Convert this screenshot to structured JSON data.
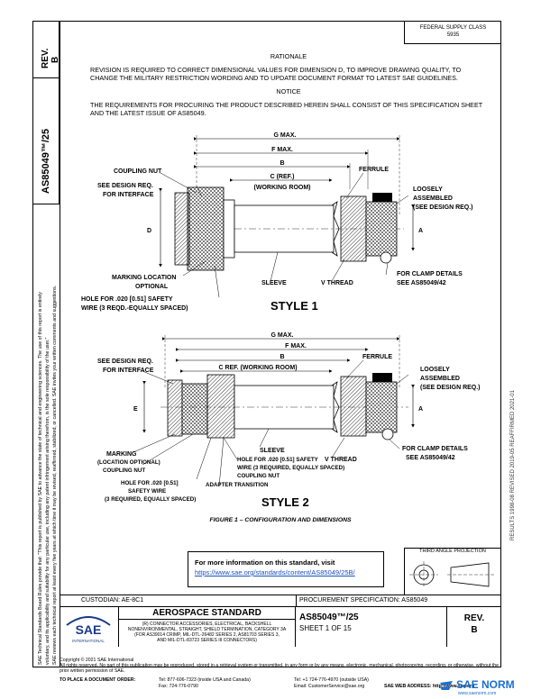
{
  "side": {
    "rev_label": "REV.",
    "rev_value": "B",
    "doc_number": "AS85049™/25",
    "legal_1": "SAE Technical Standards Board Rules provide that: \"This report is published by SAE to advance the state of technical and engineering sciences. The use of this report is entirely",
    "legal_2": "voluntary, and its applicability and suitability for any particular use, including any patent infringement arising therefrom, is the sole responsibility of the user.\"",
    "legal_3": "SAE reviews each technical report at least every five years at which time it may be revised, reaffirmed, stabilized, or cancelled. SAE invites your written comments and suggestions.",
    "right_stamp": "RESULTS 1998-08  REVISED 2019-05  REAFFIRMED 2021-01"
  },
  "fed_class": {
    "line1": "FEDERAL SUPPLY CLASS",
    "line2": "5935"
  },
  "rationale": {
    "heading": "RATIONALE",
    "body": "REVISION IS REQUIRED TO CORRECT DIMENSIONAL VALUES FOR DIMENSION D, TO IMPROVE DRAWING QUALITY, TO CHANGE THE MILITARY RESTRICTION WORDING AND TO UPDATE DOCUMENT FORMAT TO LATEST SAE GUIDELINES.",
    "notice_heading": "NOTICE",
    "notice_body": "THE REQUIREMENTS FOR PROCURING THE PRODUCT DESCRIBED HEREIN SHALL CONSIST OF THIS SPECIFICATION SHEET AND THE LATEST ISSUE OF AS85049."
  },
  "style1": {
    "g_max": "G MAX.",
    "f_max": "F MAX.",
    "b": "B",
    "c_ref": "C (REF.)",
    "working_room": "(WORKING ROOM)",
    "coupling_nut": "COUPLING NUT",
    "see_design_1": "SEE DESIGN REQ.",
    "for_interface": "FOR INTERFACE",
    "ferrule": "FERRULE",
    "loosely_1": "LOOSELY",
    "loosely_2": "ASSEMBLED",
    "loosely_3": "(SEE DESIGN REQ.)",
    "d": "D",
    "a": "A",
    "marking_1": "MARKING LOCATION",
    "marking_2": "OPTIONAL",
    "sleeve": "SLEEVE",
    "v_thread": "V THREAD",
    "clamp_1": "FOR CLAMP DETAILS",
    "clamp_2": "SEE AS85049/42",
    "hole_1": "HOLE FOR .020 [0.51] SAFETY",
    "hole_2": "WIRE (3 REQD.-EQUALLY SPACED)",
    "title": "STYLE 1"
  },
  "style2": {
    "g_max": "G MAX.",
    "f_max": "F MAX.",
    "b": "B",
    "c_ref": "C REF. (WORKING ROOM)",
    "see_design_1": "SEE DESIGN REQ.",
    "for_interface": "FOR INTERFACE",
    "ferrule": "FERRULE",
    "loosely_1": "LOOSELY",
    "loosely_2": "ASSEMBLED",
    "loosely_3": "(SEE DESIGN REQ.)",
    "e": "E",
    "a": "A",
    "sleeve": "SLEEVE",
    "marking_1": "MARKING",
    "marking_2": "(LOCATION OPTIONAL)",
    "coupling_nut_1": "COUPLING NUT",
    "hole_right_1": "HOLE FOR .020 [0.51] SAFETY",
    "hole_right_2": "WIRE (3 REQUIRED, EQUALLY SPACED)",
    "coupling_nut_2": "COUPLING NUT",
    "v_thread": "V THREAD",
    "clamp_1": "FOR CLAMP DETAILS",
    "clamp_2": "SEE AS85049/42",
    "hole_left_1": "HOLE FOR .020 [0.51]",
    "hole_left_2": "SAFETY WIRE",
    "hole_left_3": "(3 REQUIRED, EQUALLY SPACED)",
    "adapter": "ADAPTER TRANSITION",
    "title": "STYLE 2"
  },
  "figure_caption": "FIGURE 1 – CONFIGURATION AND DIMENSIONS",
  "more_info": {
    "heading": "For more information on this standard, visit",
    "link": "https://www.sae.org/standards/content/AS85049/25B/"
  },
  "projection": "THIRD ANGLE PROJECTION",
  "custodian": "CUSTODIAN: AE-8C1",
  "procurement": "PROCUREMENT SPECIFICATION: AS85049",
  "title_block": {
    "heading": "AEROSPACE STANDARD",
    "desc_1": "(R) CONNECTOR ACCESSORIES, ELECTRICAL, BACKSHELL",
    "desc_2": "NONENVIRONMENTAL, STRAIGHT, SHIELD TERMINATION, CATEGORY 3A",
    "desc_3": "(FOR AS39014 CRIMP, MIL-DTL-26482 SERIES 2, AS81703 SERIES 3,",
    "desc_4": "AND MIL-DTL-83723 SERIES III CONNECTORS)",
    "doc_number": "AS85049™/25",
    "sheet": "SHEET 1 OF 15",
    "rev_label": "REV.",
    "rev_value": "B",
    "logo_text": "SAE",
    "logo_sub": "INTERNATIONAL"
  },
  "footer": {
    "copyright": "Copyright © 2021 SAE International",
    "rights": "All rights reserved. No part of this publication may be reproduced, stored in a retrieval system or transmitted, in any form or by any means, electronic, mechanical, photocopying, recording, or otherwise, without the prior written permission of SAE.",
    "to_place": "TO PLACE A DOCUMENT ORDER:",
    "tel_1": "Tel:   877-606-7323 (inside USA and Canada)",
    "fax": "Fax: 724-776-0790",
    "tel_2": "Tel: +1 724-776-4970 (outside USA)",
    "email": "Email: CustomerService@sae.org",
    "web": "SAE WEB ADDRESS:  http://www.sae.org"
  },
  "watermark": {
    "brand": "SAE NORM",
    "sub": "www.saenorm.com"
  },
  "colors": {
    "link": "#1a4fbf",
    "watermark": "#1b6fd1"
  }
}
